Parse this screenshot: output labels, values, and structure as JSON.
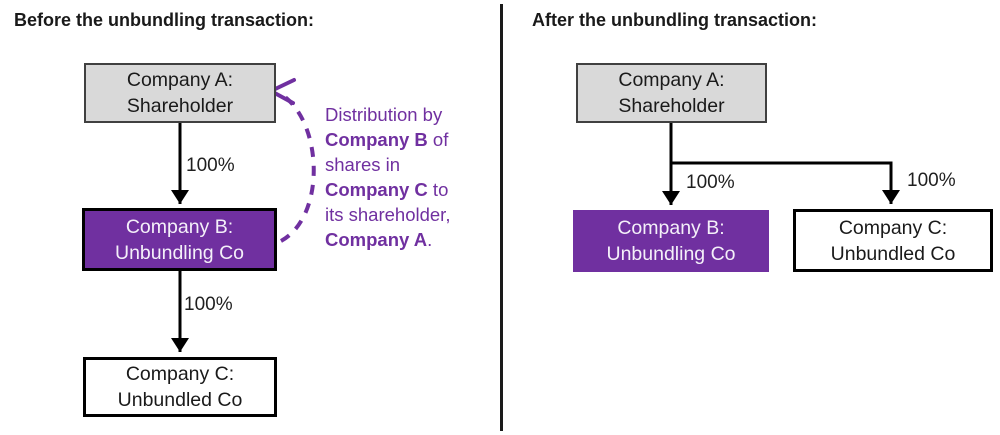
{
  "colors": {
    "purple_fill": "#7030a0",
    "purple_text": "#7030a0",
    "gray_fill": "#d9d9d9",
    "gray_border": "#404040",
    "black": "#000000",
    "white_text": "#f4f0f9"
  },
  "before": {
    "title": "Before the unbundling transaction:",
    "nodes": {
      "company_a": "Company A:\nShareholder",
      "company_b": "Company B:\nUnbundling Co",
      "company_c": "Company C:\nUnbundled Co"
    },
    "edge_labels": {
      "a_to_b": "100%",
      "b_to_c": "100%"
    },
    "annotation": {
      "lines": [
        {
          "parts": [
            {
              "text": "Distribution by"
            }
          ]
        },
        {
          "parts": [
            {
              "text": "Company B",
              "bold": true
            },
            {
              "text": " of"
            }
          ]
        },
        {
          "parts": [
            {
              "text": "shares in"
            }
          ]
        },
        {
          "parts": [
            {
              "text": "Company C",
              "bold": true
            },
            {
              "text": " to"
            }
          ]
        },
        {
          "parts": [
            {
              "text": "its shareholder,"
            }
          ]
        },
        {
          "parts": [
            {
              "text": "Company A",
              "bold": true
            },
            {
              "text": "."
            }
          ]
        }
      ]
    }
  },
  "after": {
    "title": "After the unbundling transaction:",
    "nodes": {
      "company_a": "Company A:\nShareholder",
      "company_b": "Company B:\nUnbundling Co",
      "company_c": "Company C:\nUnbundled Co"
    },
    "edge_labels": {
      "a_to_b": "100%",
      "a_to_c": "100%"
    }
  }
}
